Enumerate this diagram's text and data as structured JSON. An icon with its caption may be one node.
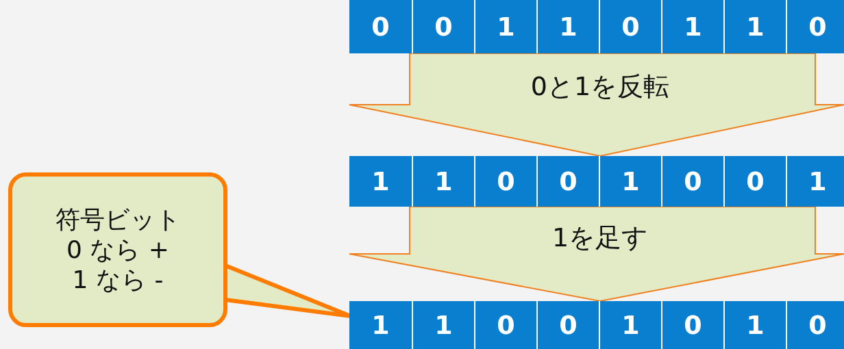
{
  "diagram": {
    "nodes": [
      {
        "text": [],
        "shape": "bar"
      },
      {
        "text": [
          "0"
        ],
        "in": 0
      },
      {
        "text": [
          "0"
        ],
        "in": 0
      },
      {
        "text": [
          "1"
        ],
        "in": 0
      },
      {
        "text": [
          "1"
        ],
        "in": 0
      },
      {
        "text": [
          "0"
        ],
        "in": 0
      },
      {
        "text": [
          "1"
        ],
        "in": 0
      },
      {
        "text": [
          "1"
        ],
        "in": 0
      },
      {
        "text": [
          "0"
        ],
        "in": 0
      },
      {
        "text": [],
        "shape": "bar"
      },
      {
        "text": [
          "1"
        ],
        "in": 9
      },
      {
        "text": [
          "1"
        ],
        "in": 9
      },
      {
        "text": [
          "0"
        ],
        "in": 9
      },
      {
        "text": [
          "0"
        ],
        "in": 9
      },
      {
        "text": [
          "1"
        ],
        "in": 9
      },
      {
        "text": [
          "0"
        ],
        "in": 9
      },
      {
        "text": [
          "0"
        ],
        "in": 9
      },
      {
        "text": [
          "1"
        ],
        "in": 9
      },
      {
        "text": [
          "符号ビット 0 なら + 1 なら -"
        ]
      },
      {
        "text": [],
        "shape": "bar"
      },
      {
        "text": [
          "1"
        ],
        "in": 19
      },
      {
        "text": [
          "1"
        ],
        "in": 19
      },
      {
        "text": [
          "0"
        ],
        "in": 19
      },
      {
        "text": [
          "0"
        ],
        "in": 19
      },
      {
        "text": [
          "1"
        ],
        "in": 19
      },
      {
        "text": [
          "0"
        ],
        "in": 19
      },
      {
        "text": [
          "1"
        ],
        "in": 19
      },
      {
        "text": [
          "0"
        ],
        "in": 19
      }
    ],
    "edges": [
      {
        "from": 0,
        "to": 9,
        "arrow": "to",
        "label": "0と1を反転"
      },
      {
        "from": 9,
        "to": 19,
        "arrow": "to",
        "label": "1を足す"
      },
      {
        "from": 18,
        "to": 20,
        "arrow": "none"
      }
    ]
  }
}
